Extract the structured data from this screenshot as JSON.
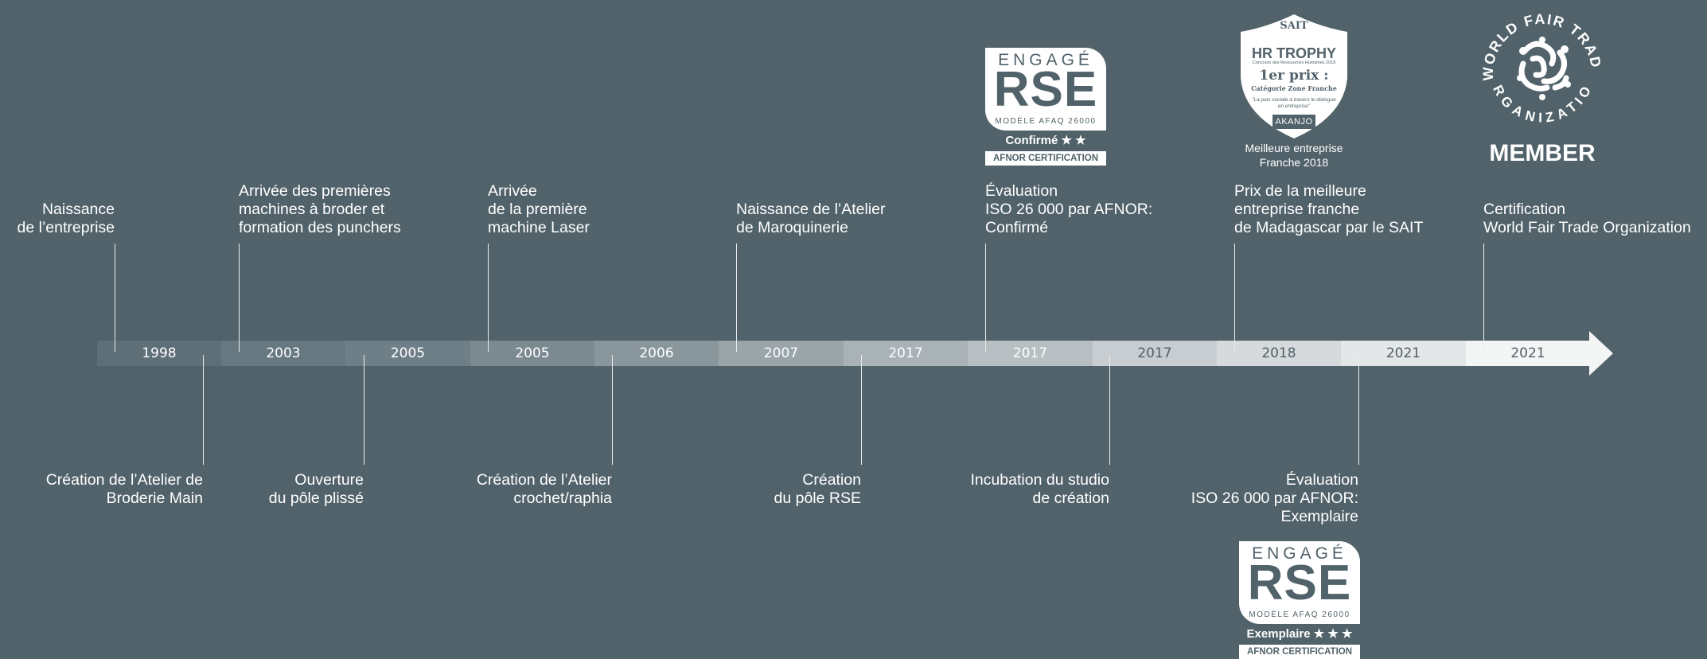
{
  "timeline": {
    "segments": [
      {
        "year": "1998",
        "color": "#5e6f77",
        "text_color": "#ffffff"
      },
      {
        "year": "2003",
        "color": "#677880",
        "text_color": "#ffffff"
      },
      {
        "year": "2005",
        "color": "#6f7f87",
        "text_color": "#ffffff"
      },
      {
        "year": "2005",
        "color": "#7b8a91",
        "text_color": "#ffffff"
      },
      {
        "year": "2006",
        "color": "#89969c",
        "text_color": "#ffffff"
      },
      {
        "year": "2007",
        "color": "#9aa5aa",
        "text_color": "#ffffff"
      },
      {
        "year": "2017",
        "color": "#a9b2b6",
        "text_color": "#ffffff"
      },
      {
        "year": "2017",
        "color": "#b8bfc3",
        "text_color": "#ffffff"
      },
      {
        "year": "2017",
        "color": "#c7cdd0",
        "text_color": "#4f5f66"
      },
      {
        "year": "2018",
        "color": "#d6dadc",
        "text_color": "#4f5f66"
      },
      {
        "year": "2021",
        "color": "#e4e7e8",
        "text_color": "#4f5f66"
      },
      {
        "year": "2021",
        "color": "#f4f5f5",
        "text_color": "#4f5f66"
      }
    ],
    "events_above": [
      {
        "lines": [
          "Naissance",
          "de l’entreprise"
        ]
      },
      {
        "lines": [
          "Arrivée des premières",
          "machines à broder et",
          "formation des punchers"
        ]
      },
      {
        "lines": [
          "Arrivée",
          "de la première",
          "machine Laser"
        ]
      },
      {
        "lines": [
          "Naissance de l’Atelier",
          "de Maroquinerie"
        ]
      },
      {
        "lines": [
          "Évaluation",
          "ISO 26 000 par AFNOR:",
          "Confirmé"
        ]
      },
      {
        "lines": [
          "Prix de la meilleure",
          "entreprise franche",
          "de Madagascar par le SAIT"
        ]
      },
      {
        "lines": [
          "Certification",
          "World Fair Trade Organization"
        ]
      }
    ],
    "events_below": [
      {
        "lines": [
          "Création de l’Atelier de",
          "Broderie Main"
        ]
      },
      {
        "lines": [
          "Ouverture",
          "du pôle plissé"
        ]
      },
      {
        "lines": [
          "Création de l’Atelier",
          "crochet/raphia"
        ]
      },
      {
        "lines": [
          "Création",
          "du pôle RSE"
        ]
      },
      {
        "lines": [
          "Incubation du studio",
          "de création"
        ]
      },
      {
        "lines": [
          "Évaluation",
          "ISO 26 000 par AFNOR:",
          "Exemplaire"
        ]
      }
    ]
  },
  "badges": {
    "rse_confirme": {
      "engage": "ENGAGÉ",
      "rse": "RSE",
      "modele": "MODÈLE AFAQ 26000",
      "level": "Confirmé ★ ★",
      "afnor": "AFNOR CERTIFICATION"
    },
    "rse_exemplaire": {
      "engage": "ENGAGÉ",
      "rse": "RSE",
      "modele": "MODÈLE AFAQ 26000",
      "level": "Exemplaire ★ ★ ★",
      "afnor": "AFNOR CERTIFICATION"
    },
    "hr_trophy": {
      "sait": "SAIT",
      "title": "HR TROPHY",
      "subtitle": "Concours des Ressources Humaines 2018",
      "prize": "1er prix :",
      "category": "Catégorie Zone Franche",
      "quote": "\"La paix sociale à travers le dialogue en entreprise\"",
      "akanjo": "AKANJO",
      "caption": [
        "Meilleure entreprise",
        "Franche 2018"
      ]
    },
    "wfto": {
      "arc_top": "WORLD FAIR TRADE",
      "arc_bottom": "ORGANIZATION",
      "member": "MEMBER"
    }
  }
}
